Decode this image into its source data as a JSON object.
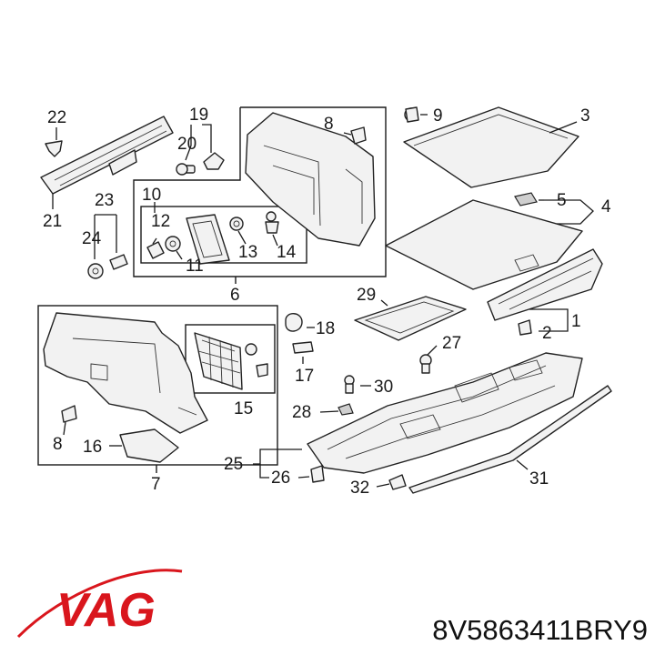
{
  "diagram": {
    "callouts": {
      "c1": "1",
      "c2": "2",
      "c3": "3",
      "c4": "4",
      "c5": "5",
      "c6": "6",
      "c7": "7",
      "c8a": "8",
      "c8b": "8",
      "c9": "9",
      "c10": "10",
      "c11": "11",
      "c12": "12",
      "c13": "13",
      "c14": "14",
      "c15": "15",
      "c16": "16",
      "c17": "17",
      "c18": "18",
      "c19": "19",
      "c20": "20",
      "c21": "21",
      "c22": "22",
      "c23": "23",
      "c24": "24",
      "c25": "25",
      "c26": "26",
      "c27": "27",
      "c28": "28",
      "c29": "29",
      "c30": "30",
      "c31": "31",
      "c32": "32"
    }
  },
  "brand": {
    "logo_text": "VAG",
    "color": "#d9161d"
  },
  "part_number": "8V5863411BRY9"
}
